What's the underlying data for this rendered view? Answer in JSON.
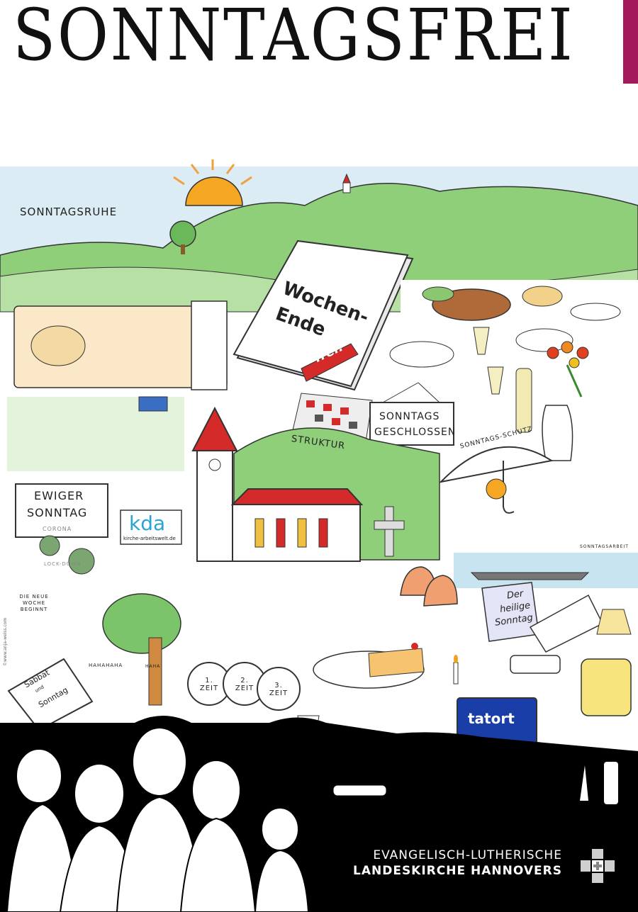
{
  "title": "SONNTAGSFREI",
  "colors": {
    "accent": "#a3195b",
    "red": "#d42a2a",
    "green": "#7cc46a",
    "sky": "#c9e4f1",
    "black": "#000000",
    "orange": "#f0a040"
  },
  "scene_labels": {
    "sonntagsruhe": "SONNTAGSRUHE",
    "wochenende_1": "Wochen-",
    "wochenende_2": "Ende",
    "frei": "frei!",
    "struktur": "STRUKTUR",
    "geschlossen_1": "SONNTAGS",
    "geschlossen_2": "GESCHLOSSEN",
    "schutz": "SONNTAGS-SCHUTZ",
    "ewiger_1": "EWIGER",
    "ewiger_2": "SONNTAG",
    "corona": "CORONA",
    "lockdown": "LOCK-DOWN",
    "kda": "kda",
    "kda_url": "kirche-arbeitswelt.de",
    "sonntagsarbeit": "SONNTAGSARBEIT",
    "neue_woche": "DIE NEUE WOCHE BEGINNT",
    "heilige_1": "Der",
    "heilige_2": "heilige",
    "heilige_3": "Sonntag",
    "sabbat_1": "Sabbat",
    "sabbat_2": "und",
    "sabbat_3": "Sonntag",
    "hahaha_1": "HAHAHAHA",
    "hahaha_2": "HAHA",
    "zeit_1": "1. ZEIT",
    "zeit_2": "2. ZEIT",
    "zeit_3": "3. ZEIT",
    "tatort": "tatort",
    "credit": "©www.anja-weiss.com"
  },
  "publisher": {
    "line1": "EVANGELISCH-LUTHERISCHE",
    "line2": "LANDESKIRCHE HANNOVERS",
    "logo": "cross-logo-icon"
  }
}
